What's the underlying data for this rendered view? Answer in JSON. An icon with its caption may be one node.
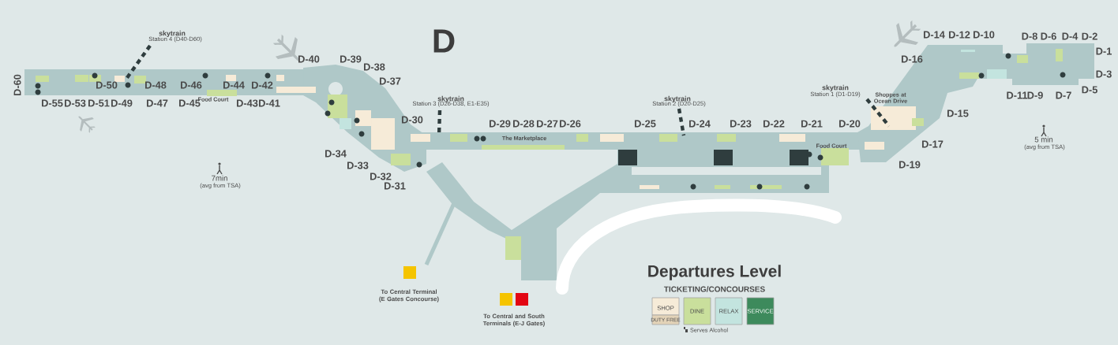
{
  "diagram": {
    "title": "Departures Level",
    "labels": [
      "D",
      "skytrain",
      "Station 4 (D40-D60)",
      "D-50",
      "D-48",
      "D-46",
      "D-44",
      "D-42",
      "D-40",
      "D-39",
      "D-38",
      "D-37",
      "D-60",
      "D-55",
      "D-53",
      "D-51",
      "D-49",
      "D-47",
      "D-45",
      "Food Court",
      "D-43",
      "D-41",
      "7min",
      "(avg from TSA)",
      "skytrain",
      "Station 3 (D26-D38, E1-E35)",
      "D-30",
      "D-29",
      "D-28",
      "D-27",
      "D-26",
      "The Marketplace",
      "D-34",
      "D-33",
      "D-32",
      "D-31",
      "skytrain",
      "Station 2 (D20-D25)",
      "D-25",
      "D-24",
      "D-23",
      "D-22",
      "D-21",
      "D-20",
      "Food Court",
      "skytrain",
      "Station 1 (D1-D19)",
      "Shoppes at Ocean Drive",
      "D-14",
      "D-12",
      "D-10",
      "D-8",
      "D-6",
      "D-4",
      "D-2",
      "D-16",
      "D-1",
      "D-3",
      "D-11",
      "D-9",
      "D-7",
      "D-5",
      "D-15",
      "D-17",
      "D-19",
      "5 min",
      "(avg from TSA)",
      "To Central Terminal (E Gates Concourse)",
      "To Central and South Terminals (E-J Gates)",
      "TICKETING/CONCOURSES"
    ],
    "legend": [
      {
        "text": "SHOP",
        "color": "#f6ebd8"
      },
      {
        "text": "DUTY FREE",
        "color": "#e3d3b8"
      },
      {
        "text": "DINE",
        "color": "#c9df9c"
      },
      {
        "text": "RELAX",
        "color": "#c3e4df"
      },
      {
        "text": "SERVICE",
        "color": "#3d8a5c"
      },
      {
        "text": "Serves Alcohol"
      }
    ]
  }
}
